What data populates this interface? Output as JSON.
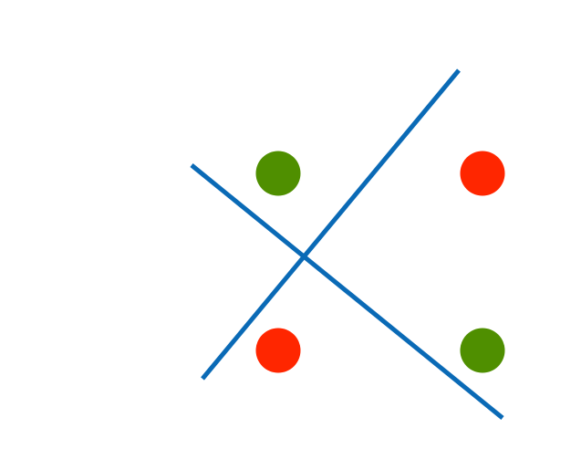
{
  "diagram": {
    "description_colors": {
      "line": "#0a6ab6",
      "positive_point": "#4f8f00",
      "negative_point": "#ff2600",
      "background": "#ffffff"
    },
    "lines": [
      {
        "id": "line-1",
        "role": "separator",
        "color_key": "line"
      },
      {
        "id": "line-2",
        "role": "separator",
        "color_key": "line"
      }
    ],
    "points": [
      {
        "id": "top-left",
        "class": "positive",
        "color_key": "positive_point"
      },
      {
        "id": "top-right",
        "class": "negative",
        "color_key": "negative_point"
      },
      {
        "id": "bottom-left",
        "class": "negative",
        "color_key": "negative_point"
      },
      {
        "id": "bottom-right",
        "class": "positive",
        "color_key": "positive_point"
      }
    ]
  }
}
